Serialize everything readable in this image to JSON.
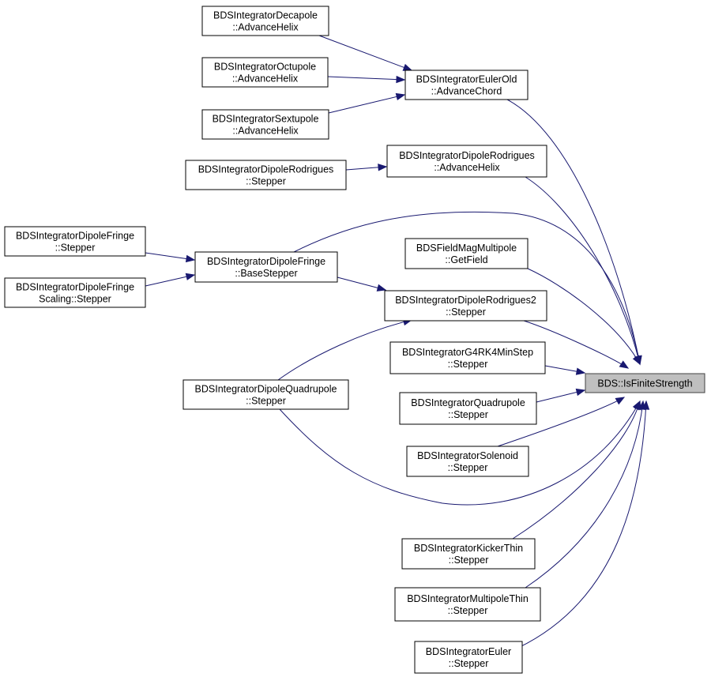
{
  "graph": {
    "nodes": [
      {
        "id": "decapole",
        "lines": [
          "BDSIntegratorDecapole",
          "::AdvanceHelix"
        ]
      },
      {
        "id": "octupole",
        "lines": [
          "BDSIntegratorOctupole",
          "::AdvanceHelix"
        ]
      },
      {
        "id": "sextupole",
        "lines": [
          "BDSIntegratorSextupole",
          "::AdvanceHelix"
        ]
      },
      {
        "id": "eulerold",
        "lines": [
          "BDSIntegratorEulerOld",
          "::AdvanceChord"
        ]
      },
      {
        "id": "dipolerod-advhelix",
        "lines": [
          "BDSIntegratorDipoleRodrigues",
          "::AdvanceHelix"
        ]
      },
      {
        "id": "dipolerod-stepper",
        "lines": [
          "BDSIntegratorDipoleRodrigues",
          "::Stepper"
        ]
      },
      {
        "id": "fringe-stepper",
        "lines": [
          "BDSIntegratorDipoleFringe",
          "::Stepper"
        ]
      },
      {
        "id": "fringescaling-stepper",
        "lines": [
          "BDSIntegratorDipoleFringe",
          "Scaling::Stepper"
        ]
      },
      {
        "id": "fringe-basestepper",
        "lines": [
          "BDSIntegratorDipoleFringe",
          "::BaseStepper"
        ]
      },
      {
        "id": "multipole-getfield",
        "lines": [
          "BDSFieldMagMultipole",
          "::GetField"
        ]
      },
      {
        "id": "dipolerod2",
        "lines": [
          "BDSIntegratorDipoleRodrigues2",
          "::Stepper"
        ]
      },
      {
        "id": "g4rk4",
        "lines": [
          "BDSIntegratorG4RK4MinStep",
          "::Stepper"
        ]
      },
      {
        "id": "dipolequad",
        "lines": [
          "BDSIntegratorDipoleQuadrupole",
          "::Stepper"
        ]
      },
      {
        "id": "quadrupole",
        "lines": [
          "BDSIntegratorQuadrupole",
          "::Stepper"
        ]
      },
      {
        "id": "solenoid",
        "lines": [
          "BDSIntegratorSolenoid",
          "::Stepper"
        ]
      },
      {
        "id": "kicker",
        "lines": [
          "BDSIntegratorKickerThin",
          "::Stepper"
        ]
      },
      {
        "id": "multipolethin",
        "lines": [
          "BDSIntegratorMultipoleThin",
          "::Stepper"
        ]
      },
      {
        "id": "euler",
        "lines": [
          "BDSIntegratorEuler",
          "::Stepper"
        ]
      },
      {
        "id": "isfinite",
        "lines": [
          "BDS::IsFiniteStrength"
        ],
        "target": true
      }
    ],
    "edges": [
      {
        "from": "decapole",
        "to": "eulerold"
      },
      {
        "from": "octupole",
        "to": "eulerold"
      },
      {
        "from": "sextupole",
        "to": "eulerold"
      },
      {
        "from": "eulerold",
        "to": "isfinite"
      },
      {
        "from": "dipolerod-stepper",
        "to": "dipolerod-advhelix"
      },
      {
        "from": "dipolerod-advhelix",
        "to": "isfinite"
      },
      {
        "from": "fringe-stepper",
        "to": "fringe-basestepper"
      },
      {
        "from": "fringescaling-stepper",
        "to": "fringe-basestepper"
      },
      {
        "from": "fringe-basestepper",
        "to": "isfinite"
      },
      {
        "from": "fringe-basestepper",
        "to": "dipolerod2"
      },
      {
        "from": "multipole-getfield",
        "to": "isfinite"
      },
      {
        "from": "dipolerod2",
        "to": "isfinite"
      },
      {
        "from": "dipolequad",
        "to": "dipolerod2"
      },
      {
        "from": "dipolequad",
        "to": "isfinite"
      },
      {
        "from": "g4rk4",
        "to": "isfinite"
      },
      {
        "from": "quadrupole",
        "to": "isfinite"
      },
      {
        "from": "solenoid",
        "to": "isfinite"
      },
      {
        "from": "kicker",
        "to": "isfinite"
      },
      {
        "from": "multipolethin",
        "to": "isfinite"
      },
      {
        "from": "euler",
        "to": "isfinite"
      }
    ]
  },
  "colors": {
    "edge": "#191970",
    "node_border": "#000000",
    "node_fill": "#ffffff",
    "target_fill": "#bfbfbf",
    "target_border": "#404040"
  }
}
